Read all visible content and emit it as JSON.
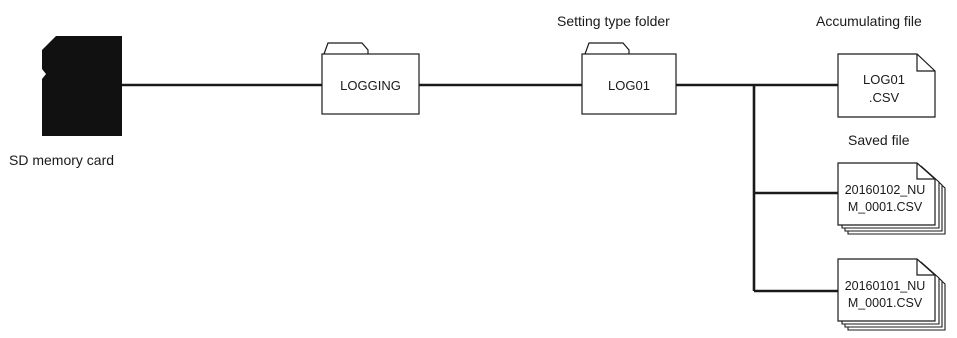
{
  "sd_card": {
    "label": "SD memory card"
  },
  "logging_folder": {
    "name": "LOGGING"
  },
  "setting_folder": {
    "caption": "Setting type folder",
    "name": "LOG01"
  },
  "accumulating_file": {
    "caption": "Accumulating file",
    "name_line1": "LOG01",
    "name_line2": ".CSV"
  },
  "saved_files": {
    "caption": "Saved file",
    "items": [
      {
        "name_line1": "20160102_NU",
        "name_line2": "M_0001.CSV"
      },
      {
        "name_line1": "20160101_NU",
        "name_line2": "M_0001.CSV"
      }
    ]
  },
  "colors": {
    "line": "#1a1a1a",
    "card": "#111111",
    "paper": "#ffffff"
  }
}
